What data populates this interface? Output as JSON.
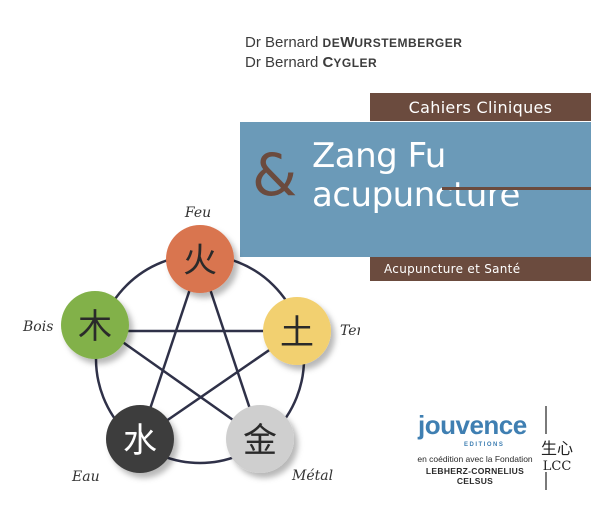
{
  "authors": [
    {
      "prefix": "Dr Bernard",
      "particle": "de",
      "name_initial": "W",
      "name_rest": "URSTEMBERGER"
    },
    {
      "prefix": "Dr Bernard",
      "particle": "",
      "name_initial": "C",
      "name_rest": "YGLER"
    }
  ],
  "series": "Cahiers Cliniques",
  "title": {
    "ampersand": "&",
    "line1": "Zang Fu",
    "line2": "acupuncture"
  },
  "subtitle": "Acupuncture et Santé",
  "elements": [
    {
      "label": "Feu",
      "glyph": "火",
      "color": "#d97550"
    },
    {
      "label": "Terre",
      "glyph": "土",
      "color": "#f2d070"
    },
    {
      "label": "Métal",
      "glyph": "金",
      "color": "#cfcfcf"
    },
    {
      "label": "Eau",
      "glyph": "水",
      "color": "#3d3d3d"
    },
    {
      "label": "Bois",
      "glyph": "木",
      "color": "#82b14a"
    }
  ],
  "publisher": {
    "logo": "jouvence",
    "editions": "EDITIONS",
    "coedition": "en coédition avec la Fondation",
    "foundation": "LEBHERZ-CORNELIUS CELSUS",
    "lcc_glyphs": "生心",
    "lcc_text": "LCC"
  },
  "colors": {
    "brown": "#6b4b3e",
    "blue": "#6b9ab8",
    "text": "#3c3c3c"
  }
}
